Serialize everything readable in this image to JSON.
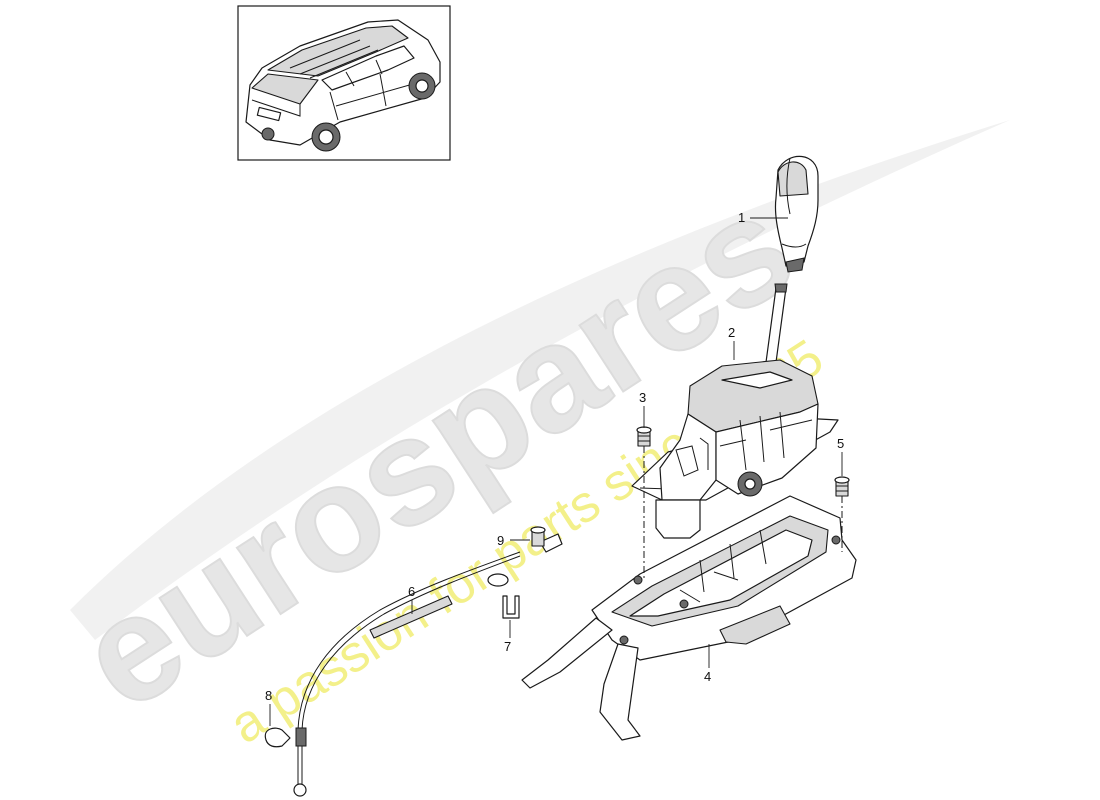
{
  "watermark": {
    "brand": "eurospares",
    "tagline": "a passion for parts since 1985",
    "brand_color": "#e6e6e6",
    "tagline_color": "#f3f08a"
  },
  "thumbnail": {
    "icon": "suv-rear-three-quarter-icon"
  },
  "callouts": [
    {
      "id": "1",
      "label": "1"
    },
    {
      "id": "2",
      "label": "2"
    },
    {
      "id": "3",
      "label": "3"
    },
    {
      "id": "4",
      "label": "4"
    },
    {
      "id": "5",
      "label": "5"
    },
    {
      "id": "6",
      "label": "6"
    },
    {
      "id": "7",
      "label": "7"
    },
    {
      "id": "8",
      "label": "8"
    },
    {
      "id": "9",
      "label": "9"
    }
  ]
}
